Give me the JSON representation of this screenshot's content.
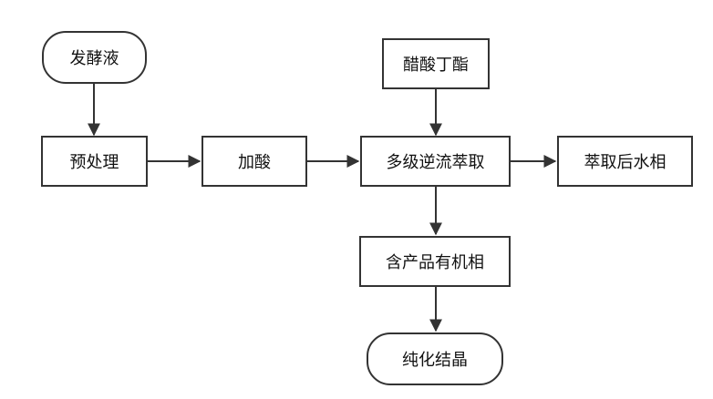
{
  "nodes": {
    "broth": "发酵液",
    "pretreat": "预处理",
    "acidify": "加酸",
    "butyl_acetate": "醋酸丁酯",
    "extraction": "多级逆流萃取",
    "aqueous": "萃取后水相",
    "organic": "含产品有机相",
    "crystallize": "纯化结晶"
  },
  "colors": {
    "line": "#333333",
    "border": "#333333",
    "background": "#ffffff"
  }
}
